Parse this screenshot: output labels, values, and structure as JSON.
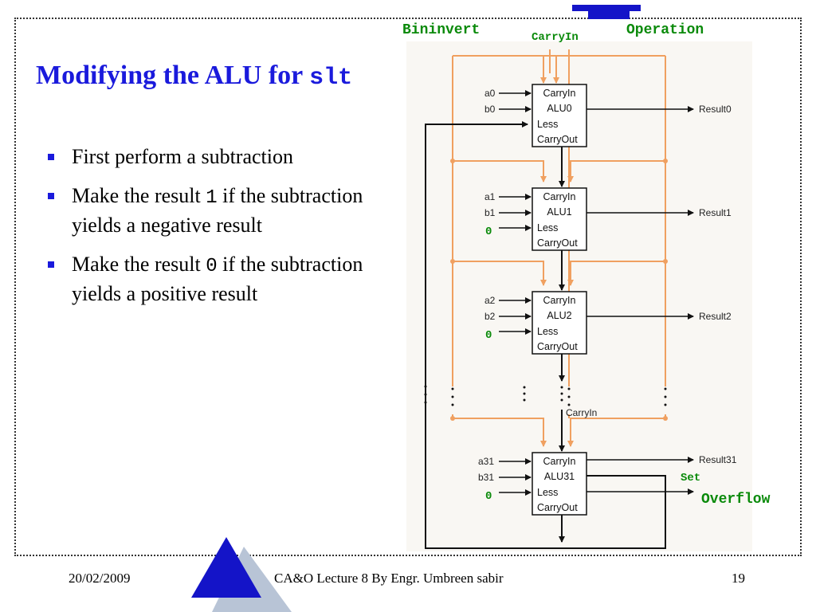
{
  "slide": {
    "title_text": "Modifying the ALU for ",
    "title_code": "slt",
    "bullets": [
      {
        "pre": "First perform a subtraction",
        "code": "",
        "post": ""
      },
      {
        "pre": "Make the result ",
        "code": "1",
        "post": " if the subtraction yields a negative result"
      },
      {
        "pre": "Make the result ",
        "code": "0",
        "post": " if the subtraction yields a positive result"
      }
    ]
  },
  "diagram": {
    "top_labels": {
      "bininvert": "Bininvert",
      "carryin": "CarryIn",
      "operation": "Operation"
    },
    "alus": [
      {
        "a": "a0",
        "b": "b0",
        "less": "",
        "carryin": "CarryIn",
        "name": "ALU0",
        "less_label": "Less",
        "carryout": "CarryOut",
        "result": "Result0"
      },
      {
        "a": "a1",
        "b": "b1",
        "less": "0",
        "carryin": "CarryIn",
        "name": "ALU1",
        "less_label": "Less",
        "carryout": "CarryOut",
        "result": "Result1"
      },
      {
        "a": "a2",
        "b": "b2",
        "less": "0",
        "carryin": "CarryIn",
        "name": "ALU2",
        "less_label": "Less",
        "carryout": "CarryOut",
        "result": "Result2"
      },
      {
        "a": "a31",
        "b": "b31",
        "less": "0",
        "carryin": "CarryIn",
        "name": "ALU31",
        "less_label": "Less",
        "carryout": "CarryOut",
        "result": "Result31"
      }
    ],
    "mid_carryin": "CarryIn",
    "set_label": "Set",
    "overflow_label": "Overflow"
  },
  "footer": {
    "date": "20/02/2009",
    "center": "CA&O Lecture 8 By Engr. Umbreen sabir",
    "page": "19"
  },
  "colors": {
    "title": "#1a1adc",
    "accent_blue": "#1414c8",
    "green_label": "#0a8a0a",
    "orange_line": "#f0a060"
  }
}
